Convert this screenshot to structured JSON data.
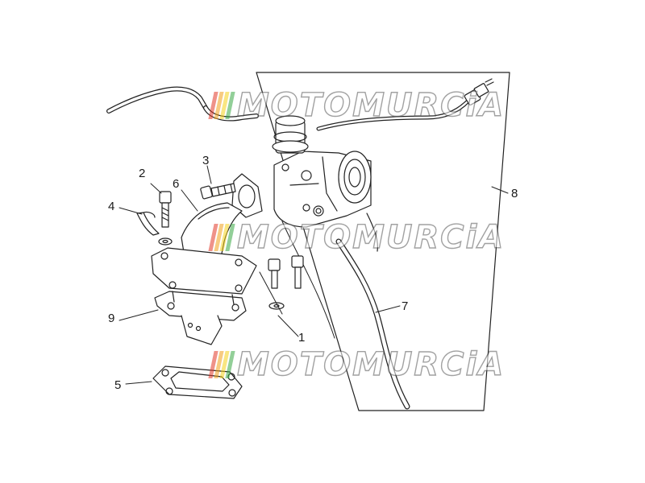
{
  "diagram": {
    "callouts": [
      {
        "id": "c1",
        "label": "1"
      },
      {
        "id": "c2",
        "label": "2"
      },
      {
        "id": "c3",
        "label": "3"
      },
      {
        "id": "c4",
        "label": "4"
      },
      {
        "id": "c5",
        "label": "5"
      },
      {
        "id": "c6",
        "label": "6"
      },
      {
        "id": "c7",
        "label": "7"
      },
      {
        "id": "c8",
        "label": "8"
      },
      {
        "id": "c9",
        "label": "9"
      }
    ],
    "line_color": "#222222",
    "part_fill": "#ffffff"
  },
  "watermark": {
    "text": "MOTOMURCiA",
    "colors": [
      "#e23a2a",
      "#f2a21c",
      "#f5d21b",
      "#3aa845"
    ]
  }
}
